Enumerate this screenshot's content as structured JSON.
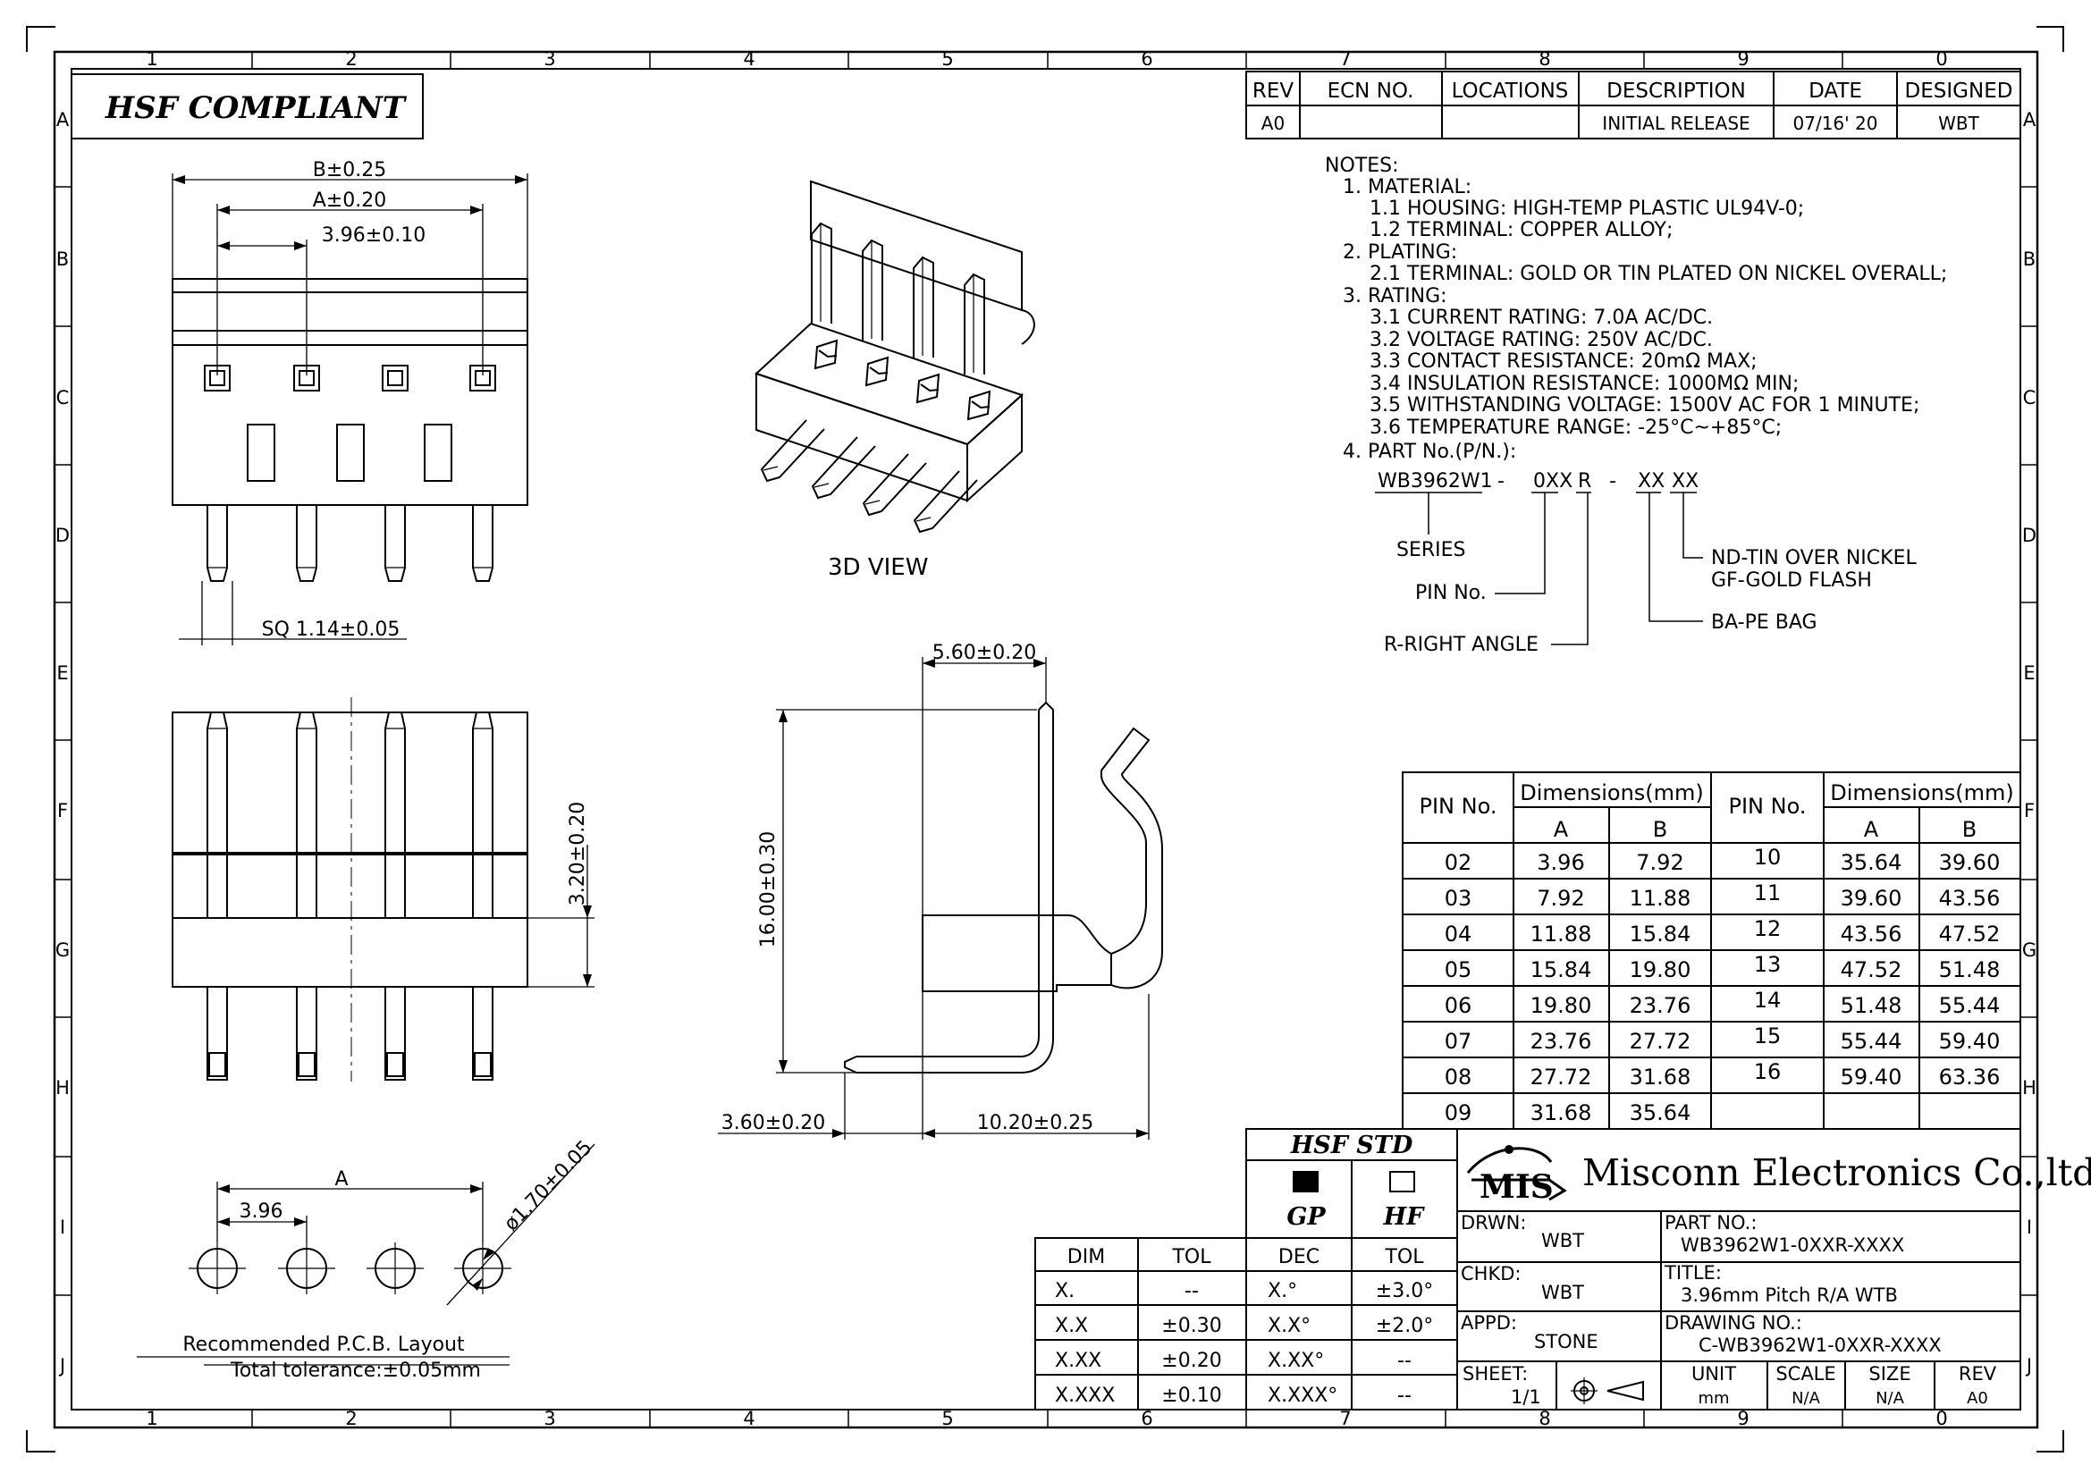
{
  "border": {
    "columns": [
      "1",
      "2",
      "3",
      "4",
      "5",
      "6",
      "7",
      "8",
      "9",
      "0"
    ],
    "rows": [
      "A",
      "B",
      "C",
      "D",
      "E",
      "F",
      "G",
      "H",
      "I",
      "J"
    ]
  },
  "compliance_label": "HSF COMPLIANT",
  "revision_table": {
    "headers": [
      "REV",
      "ECN NO.",
      "LOCATIONS",
      "DESCRIPTION",
      "DATE",
      "DESIGNED"
    ],
    "row": [
      "A0",
      "",
      "",
      "INITIAL RELEASE",
      "07/16' 20",
      "WBT"
    ]
  },
  "notes": [
    "NOTES:",
    "1. MATERIAL:",
    "1.1 HOUSING: HIGH-TEMP PLASTIC UL94V-0;",
    "1.2 TERMINAL: COPPER ALLOY;",
    "2. PLATING:",
    "2.1 TERMINAL: GOLD OR TIN PLATED ON NICKEL OVERALL;",
    "3. RATING:",
    "3.1 CURRENT RATING: 7.0A AC/DC.",
    "3.2 VOLTAGE RATING: 250V AC/DC.",
    "3.3 CONTACT RESISTANCE: 20mΩ MAX;",
    "3.4 INSULATION RESISTANCE: 1000MΩ MIN;",
    "3.5 WITHSTANDING VOLTAGE: 1500V AC FOR 1 MINUTE;",
    "3.6 TEMPERATURE RANGE: -25°C~+85°C;",
    "4. PART No.(P/N.):"
  ],
  "part_code": {
    "segments": [
      "WB3962W1",
      "-",
      "0XX",
      "R",
      "-",
      "XX",
      "XX"
    ],
    "series": "SERIES",
    "pin_no": "PIN No.",
    "right_angle": "R-RIGHT ANGLE",
    "plating_1": "ND-TIN OVER NICKEL",
    "plating_2": "GF-GOLD FLASH",
    "packing": "BA-PE BAG"
  },
  "views": {
    "dim_b": "B±0.25",
    "dim_a": "A±0.20",
    "dim_pitch": "3.96±0.10",
    "dim_sq": "SQ 1.14±0.05",
    "view_3d": "3D VIEW",
    "dim_560": "5.60±0.20",
    "dim_1600": "16.00±0.30",
    "dim_360": "3.60±0.20",
    "dim_1020": "10.20±0.25",
    "dim_320": "3.20±0.20",
    "pcb_a": "A",
    "pcb_pitch": "3.96",
    "pcb_hole": "ø1.70±0.05",
    "pcb_title": "Recommended P.C.B. Layout",
    "pcb_tol": "Total tolerance:±0.05mm"
  },
  "dim_table": {
    "col_pin": "PIN No.",
    "col_dims": "Dimensions(mm)",
    "col_a": "A",
    "col_b": "B",
    "left_rows": [
      [
        "02",
        "3.96",
        "7.92"
      ],
      [
        "03",
        "7.92",
        "11.88"
      ],
      [
        "04",
        "11.88",
        "15.84"
      ],
      [
        "05",
        "15.84",
        "19.80"
      ],
      [
        "06",
        "19.80",
        "23.76"
      ],
      [
        "07",
        "23.76",
        "27.72"
      ],
      [
        "08",
        "27.72",
        "31.68"
      ],
      [
        "09",
        "31.68",
        "35.64"
      ]
    ],
    "right_rows": [
      [
        "10",
        "35.64",
        "39.60"
      ],
      [
        "11",
        "39.60",
        "43.56"
      ],
      [
        "12",
        "43.56",
        "47.52"
      ],
      [
        "13",
        "47.52",
        "51.48"
      ],
      [
        "14",
        "51.48",
        "55.44"
      ],
      [
        "15",
        "55.44",
        "59.40"
      ],
      [
        "16",
        "59.40",
        "63.36"
      ],
      [
        "",
        "",
        ""
      ]
    ]
  },
  "tolerance_table": {
    "headers": [
      "DIM",
      "TOL",
      "DEC",
      "TOL"
    ],
    "rows": [
      [
        "X.",
        "--",
        "X.°",
        "±3.0°"
      ],
      [
        "X.X",
        "±0.30",
        "X.X°",
        "±2.0°"
      ],
      [
        "X.XX",
        "±0.20",
        "X.XX°",
        "--"
      ],
      [
        "X.XXX",
        "±0.10",
        "X.XXX°",
        "--"
      ]
    ]
  },
  "hsf": {
    "title": "HSF STD",
    "gp": "GP",
    "hf": "HF"
  },
  "title_block": {
    "logo": "MIS",
    "company": "Misconn Electronics Co.,ltd.",
    "drwn_label": "DRWN:",
    "drwn": "WBT",
    "chkd_label": "CHKD:",
    "chkd": "WBT",
    "appd_label": "APPD:",
    "appd": "STONE",
    "part_label": "PART NO.:",
    "part": "WB3962W1-0XXR-XXXX",
    "title_label": "TITLE:",
    "title": "3.96mm Pitch R/A WTB",
    "dwg_label": "DRAWING NO.:",
    "dwg": "C-WB3962W1-0XXR-XXXX",
    "sheet_label": "SHEET:",
    "sheet": "1/1",
    "unit_label": "UNIT",
    "unit": "mm",
    "scale_label": "SCALE",
    "scale": "N/A",
    "size_label": "SIZE",
    "size": "N/A",
    "rev_label": "REV",
    "rev": "A0"
  }
}
